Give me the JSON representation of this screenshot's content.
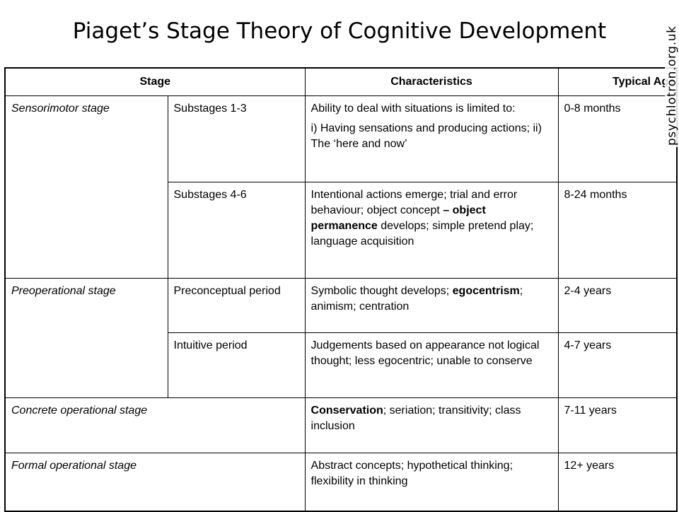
{
  "title": "Piaget’s Stage Theory of Cognitive Development",
  "watermark": "psychlotron.org.uk",
  "table": {
    "headers": {
      "stage": "Stage",
      "characteristics": "Characteristics",
      "typical_age": "Typical Age"
    },
    "stages": [
      {
        "name": "Sensorimotor stage",
        "rows": [
          {
            "sub": "Substages 1-3",
            "char_p1": "Ability to deal with situations is limited to:",
            "char_p2": "i) Having sensations and producing actions; ii) The ‘here and now’",
            "age": "0-8 months"
          },
          {
            "sub": "Substages 4-6",
            "char_a": "Intentional actions emerge; trial and error behaviour; object concept ",
            "char_b": "– object permanence",
            "char_c": " develops; simple pretend play; language acquisition",
            "age": "8-24 months"
          }
        ]
      },
      {
        "name": "Preoperational stage",
        "rows": [
          {
            "sub": "Preconceptual period",
            "char_a": "Symbolic thought develops; ",
            "char_b": "egocentrism",
            "char_c": "; animism; centration",
            "age": "2-4 years"
          },
          {
            "sub": "Intuitive period",
            "char": "Judgements based on appearance not logical thought; less egocentric; unable to conserve",
            "age": "4-7 years"
          }
        ]
      },
      {
        "name": "Concrete operational stage",
        "char_b": "Conservation",
        "char_c": "; seriation; transitivity; class inclusion",
        "age": "7-11 years"
      },
      {
        "name": "Formal operational stage",
        "char": "Abstract concepts; hypothetical thinking; flexibility in thinking",
        "age": "12+ years"
      }
    ]
  }
}
